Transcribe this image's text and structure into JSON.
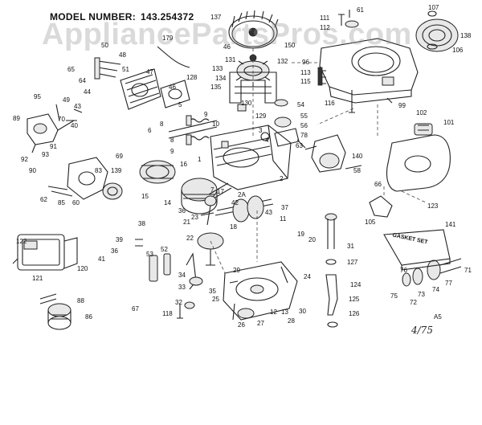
{
  "header": {
    "model_label": "MODEL NUMBER:",
    "model_number": "143.254372"
  },
  "watermark": "AppliancePartsPros.com",
  "annotations": {
    "corner_code": "A5",
    "handwritten": "4/75",
    "gasket_label": "GASKET SET"
  },
  "callouts": {
    "c107": "107",
    "c61": "61",
    "c137": "137",
    "c111": "111",
    "c112": "112",
    "c138": "138",
    "c106": "106",
    "c150": "150",
    "c46": "46",
    "c50": "50",
    "c48": "48",
    "c179": "179",
    "c65": "65",
    "c51": "51",
    "c64": "64",
    "c47": "47",
    "c131": "131",
    "c132": "132",
    "c133": "133",
    "c134": "134",
    "c135": "135",
    "c128": "128",
    "c116": "116",
    "c113": "113",
    "c115": "115",
    "c99": "99",
    "c96": "96",
    "c95": "95",
    "c49": "49",
    "c44": "44",
    "c43": "43",
    "c70": "70",
    "c40": "40",
    "c89": "89",
    "c5": "5",
    "c9": "9",
    "c10": "10",
    "c8": "8",
    "c6": "6",
    "c7": "7",
    "c130": "130",
    "c129": "129",
    "c54": "54",
    "c55": "55",
    "c56": "56",
    "c78": "78",
    "c63": "63",
    "c102": "102",
    "c101": "101",
    "c140": "140",
    "c58": "58",
    "c91": "91",
    "c92": "92",
    "c93": "93",
    "c90": "90",
    "c69": "69",
    "c83": "83",
    "c139": "139",
    "c62": "62",
    "c85": "85",
    "c60": "60",
    "c16": "16",
    "c1": "1",
    "c2": "2",
    "c3": "3",
    "c4": "4",
    "c15": "15",
    "c14": "14",
    "c17": "17",
    "c2a": "2A",
    "c42": "42",
    "c37": "37",
    "c66": "66",
    "c123": "123",
    "c105": "105",
    "c141": "141",
    "c36": "36",
    "c21": "21",
    "c23": "23",
    "c18": "18",
    "c11": "11",
    "c19": "19",
    "c20": "20",
    "c22": "22",
    "c38": "38",
    "c39": "39",
    "c41": "41",
    "c31": "31",
    "c127": "127",
    "c76": "76",
    "c77": "77",
    "c71": "71",
    "c74": "74",
    "c73": "73",
    "c72": "72",
    "c75": "75",
    "c122": "122",
    "c121": "121",
    "c120": "120",
    "c52": "52",
    "c53": "53",
    "c34": "34",
    "c35": "35",
    "c33": "33",
    "c24": "24",
    "c29": "29",
    "c124": "124",
    "c125": "125",
    "c126": "126",
    "c67": "67",
    "c32": "32",
    "c118": "118",
    "c25": "25",
    "c26": "26",
    "c27": "27",
    "c28": "28",
    "c30": "30",
    "c88": "88",
    "c86": "86",
    "c12": "12",
    "c13": "13"
  }
}
